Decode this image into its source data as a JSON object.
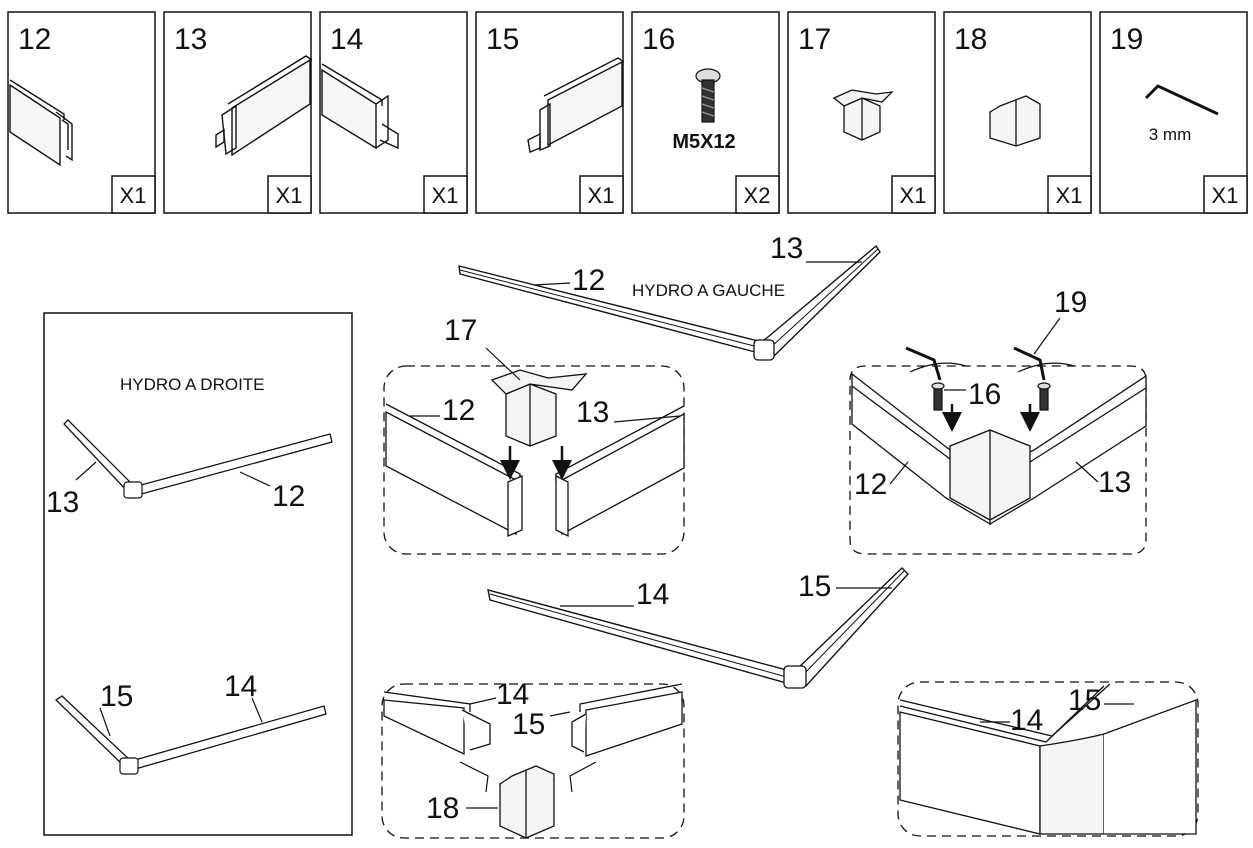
{
  "parts": [
    {
      "number": "12",
      "qty": "X1",
      "icon": "rail-12-icon"
    },
    {
      "number": "13",
      "qty": "X1",
      "icon": "rail-13-icon"
    },
    {
      "number": "14",
      "qty": "X1",
      "icon": "rail-14-icon"
    },
    {
      "number": "15",
      "qty": "X1",
      "icon": "rail-15-icon"
    },
    {
      "number": "16",
      "qty": "X2",
      "icon": "screw-icon",
      "note": "M5X12"
    },
    {
      "number": "17",
      "qty": "X1",
      "icon": "corner-bracket-icon"
    },
    {
      "number": "18",
      "qty": "X1",
      "icon": "corner-cap-icon"
    },
    {
      "number": "19",
      "qty": "X1",
      "icon": "allen-key-icon",
      "note": "3 mm"
    }
  ],
  "captions": {
    "left": "HYDRO A GAUCHE",
    "right": "HYDRO A DROITE"
  },
  "callouts": {
    "l12": "12",
    "l13": "13",
    "l14": "14",
    "l15": "15",
    "l16": "16",
    "l17": "17",
    "l18": "18",
    "l19": "19"
  }
}
